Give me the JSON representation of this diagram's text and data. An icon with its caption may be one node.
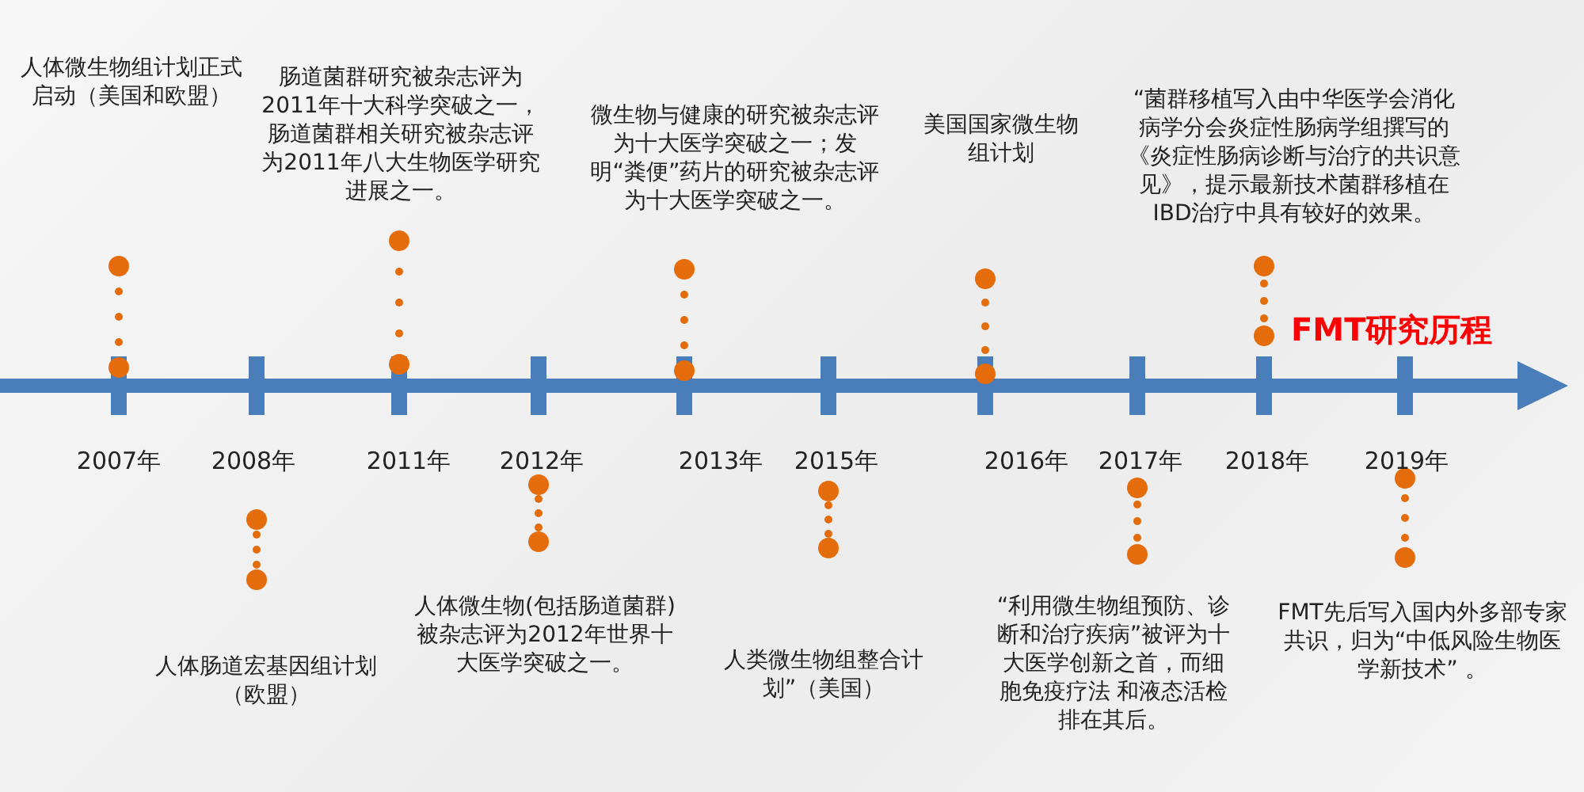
{
  "diagram": {
    "title": "FMT研究历程",
    "nodes": [
      {
        "text": [
          "人体微生物组计划正式启动（美国和欧盟）"
        ]
      },
      {
        "text": [
          "人体肠道宏基因组计划（欧盟）"
        ]
      },
      {
        "text": [
          "肠道菌群研究被杂志评为2011年十大科学突破之一，肠道菌群相关研究被杂志评为2011年八大生物医学研究进展之一。"
        ]
      },
      {
        "text": [
          "人体微生物(包括肠道菌群)被杂志评为2012年世界十大医学突破之一。"
        ]
      },
      {
        "text": [
          "微生物与健康的研究被杂志评为十大医学突破之一；发明“粪便”药片的研究被杂志评为十大医学突破之一。"
        ]
      },
      {
        "text": [
          "人类微生物组整合计划”（美国）"
        ]
      },
      {
        "text": [
          "美国国家微生物组计划"
        ]
      },
      {
        "text": [
          "“利用微生物组预防、诊断和治疗疾病”被评为十大医学创新之首，而细胞免疫疗法 和液态活检排在其后。"
        ]
      },
      {
        "text": [
          "“菌群移植写入由中华医学会消化病学分会炎症性肠病学组撰写的《炎症性肠病诊断与治疗的共识意见》，提示最新技术菌群移植在IBD治疗中具有较好的效果。"
        ]
      },
      {
        "text": [
          "FMT先后写入国内外多部专家共识，归为“中低风险生物医学新技术” 。"
        ]
      }
    ],
    "labels": [
      "2007年",
      "2008年",
      "2011年",
      "2012年",
      "2013年",
      "2015年",
      "2016年",
      "2017年",
      "2018年",
      "2019年"
    ]
  }
}
